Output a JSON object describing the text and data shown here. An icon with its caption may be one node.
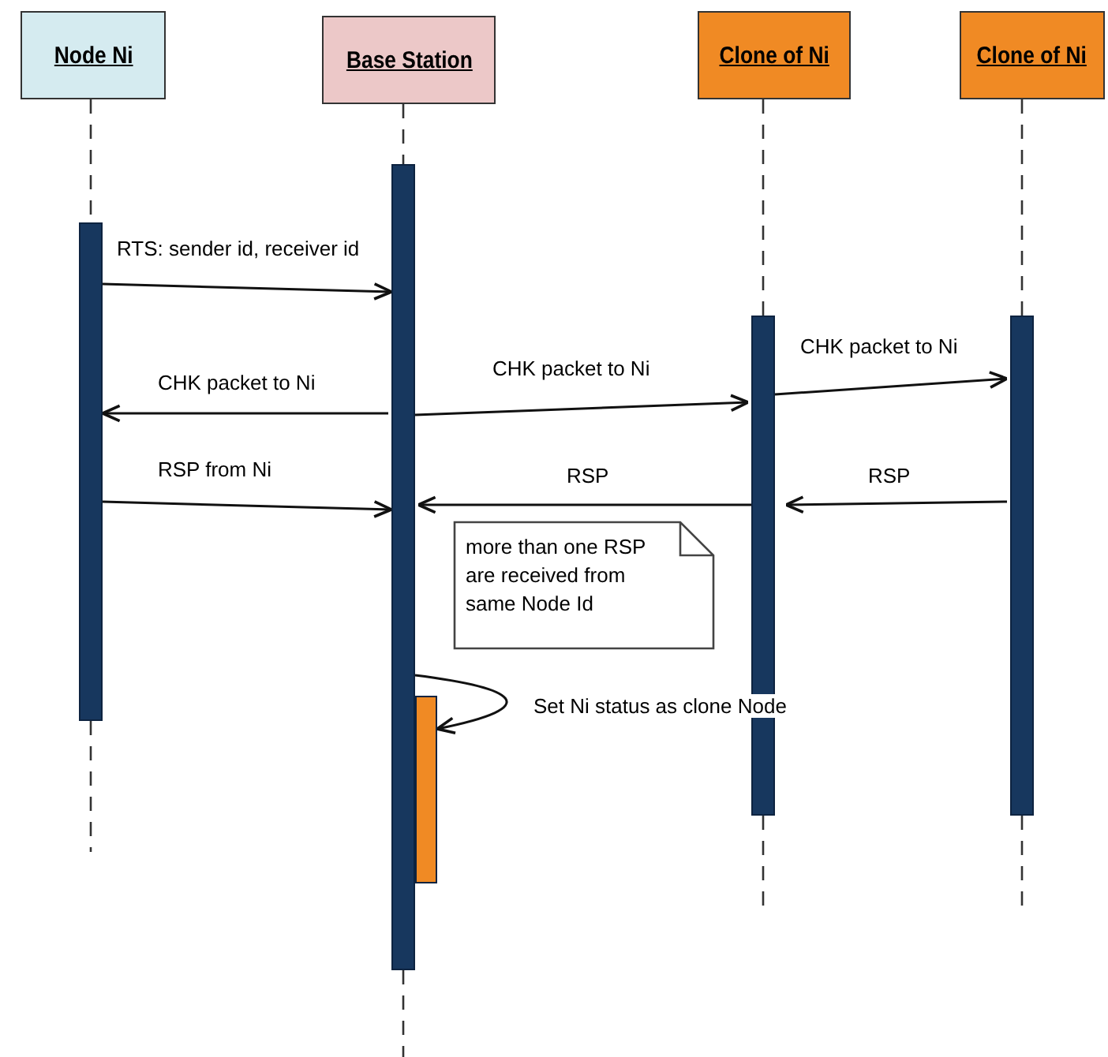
{
  "diagram": {
    "nodes": [
      {
        "text": [
          "Node Ni"
        ]
      },
      {
        "text": [
          "Base Station"
        ]
      },
      {
        "text": [
          "Clone of Ni"
        ]
      },
      {
        "text": [
          "Clone of Ni"
        ]
      },
      {
        "text": [],
        "shape": "bar"
      },
      {
        "text": [],
        "shape": "bar"
      },
      {
        "text": [],
        "shape": "bar"
      },
      {
        "text": [],
        "shape": "bar"
      },
      {
        "text": [],
        "shape": "bar"
      },
      {
        "text": [
          "more than one RSP are received from same Node Id"
        ]
      }
    ],
    "edges": [
      {
        "from": 0,
        "to": 4,
        "arrow": "none",
        "style": "dashed"
      },
      {
        "from": 1,
        "to": 5,
        "arrow": "none",
        "style": "dashed"
      },
      {
        "from": 2,
        "to": 6,
        "arrow": "none",
        "style": "dashed"
      },
      {
        "from": 3,
        "to": 7,
        "arrow": "none",
        "style": "dashed"
      },
      {
        "from": 4,
        "to": 5,
        "arrow": "to",
        "label": "RTS: sender id, receiver id"
      },
      {
        "from": 5,
        "to": 4,
        "arrow": "to",
        "label": "CHK packet to Ni"
      },
      {
        "from": 5,
        "to": 6,
        "arrow": "to",
        "label": "CHK packet to Ni"
      },
      {
        "from": 6,
        "to": 7,
        "arrow": "to",
        "label": "CHK packet to Ni"
      },
      {
        "from": 4,
        "to": 5,
        "arrow": "to",
        "label": "RSP from Ni"
      },
      {
        "from": 6,
        "to": 5,
        "arrow": "to",
        "label": "RSP"
      },
      {
        "from": 7,
        "to": 6,
        "arrow": "to",
        "label": "RSP"
      },
      {
        "from": 5,
        "to": 8,
        "arrow": "to",
        "label": "Set Ni status as clone Node"
      }
    ]
  }
}
